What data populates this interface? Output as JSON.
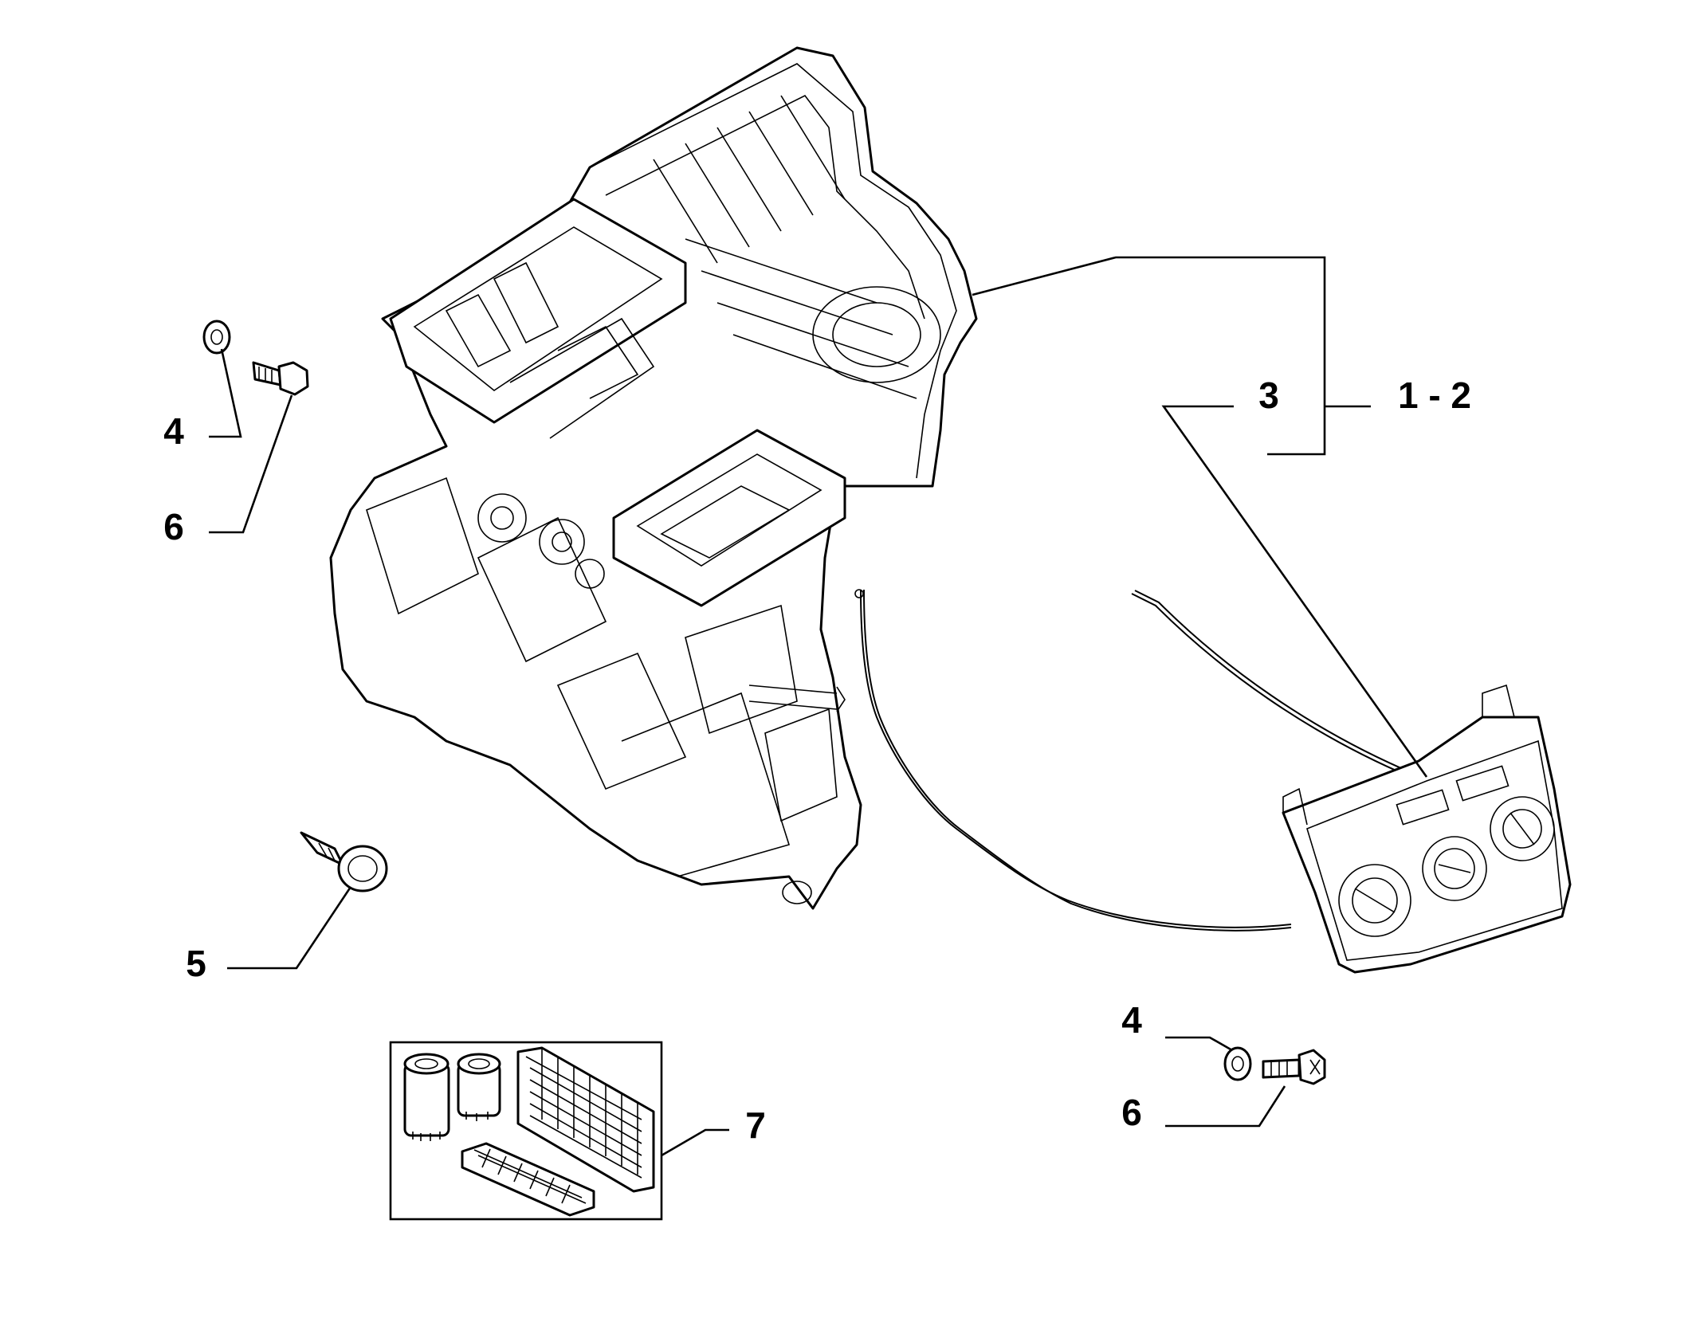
{
  "callouts": {
    "a4": "4",
    "a6": "6",
    "a5": "5",
    "a7": "7",
    "a3": "3",
    "a12": "1 - 2",
    "b4": "4",
    "b6": "6"
  },
  "colors": {
    "ink": "#000000",
    "paper": "#ffffff"
  }
}
